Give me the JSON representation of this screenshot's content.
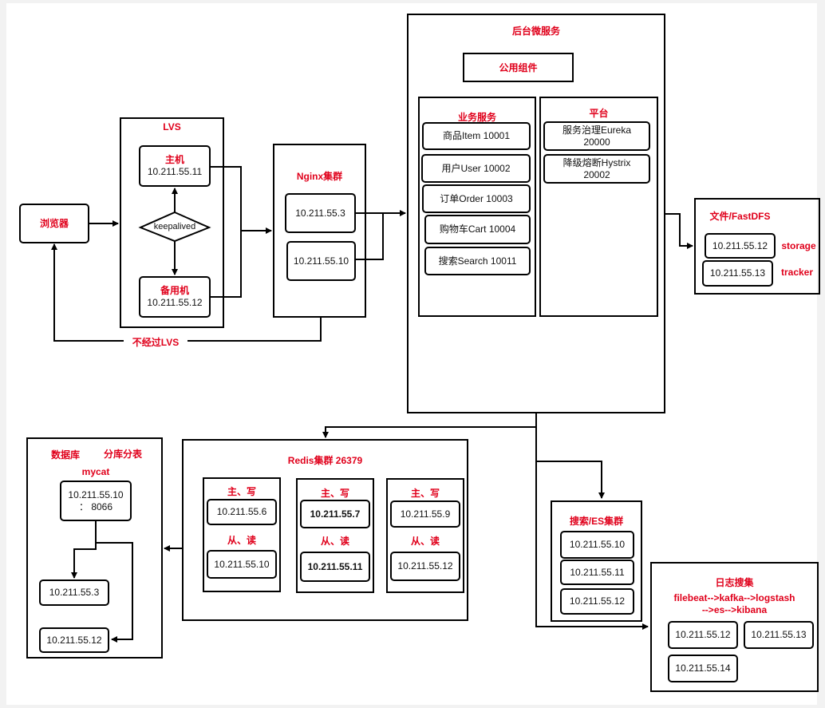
{
  "browser": {
    "label": "浏览器"
  },
  "lvs": {
    "title": "LVS",
    "master_title": "主机",
    "master_ip": "10.211.55.11",
    "keepalived": "keepalived",
    "backup_title": "备用机",
    "backup_ip": "10.211.55.12"
  },
  "bypass_label": "不经过LVS",
  "nginx": {
    "title": "Nginx集群",
    "node1": "10.211.55.3",
    "node2": "10.211.55.10"
  },
  "backend": {
    "title": "后台微服务",
    "common": "公用组件",
    "business": {
      "title": "业务服务",
      "items": [
        "商品Item 10001",
        "用户User 10002",
        "订单Order 10003",
        "购物车Cart 10004",
        "搜索Search 10011"
      ]
    },
    "platform": {
      "title": "平台",
      "items": [
        {
          "line1": "服务治理Eureka",
          "line2": "20000"
        },
        {
          "line1": "降级熔断Hystrix",
          "line2": "20002"
        }
      ]
    }
  },
  "fastdfs": {
    "title": "文件/FastDFS",
    "storage_ip": "10.211.55.12",
    "storage_label": "storage",
    "tracker_ip": "10.211.55.13",
    "tracker_label": "tracker"
  },
  "database": {
    "title": "数据库",
    "sharding": "分库分表",
    "mycat": "mycat",
    "mycat_ip_line1": "10.211.55.10",
    "mycat_ip_line2": "： 8066",
    "node1": "10.211.55.3",
    "node2": "10.211.55.12"
  },
  "redis": {
    "title": "Redis集群 26379",
    "groups": [
      {
        "master_label": "主、写",
        "master_ip": "10.211.55.6",
        "slave_label": "从、读",
        "slave_ip": "10.211.55.10"
      },
      {
        "master_label": "主、写",
        "master_ip": "10.211.55.7",
        "slave_label": "从、读",
        "slave_ip": "10.211.55.11"
      },
      {
        "master_label": "主、写",
        "master_ip": "10.211.55.9",
        "slave_label": "从、读",
        "slave_ip": "10.211.55.12"
      }
    ]
  },
  "es": {
    "title": "搜索/ES集群",
    "nodes": [
      "10.211.55.10",
      "10.211.55.11",
      "10.211.55.12"
    ]
  },
  "logs": {
    "title": "日志搜集",
    "pipeline_line1": "filebeat-->kafka-->logstash",
    "pipeline_line2": "-->es-->kibana",
    "nodes": [
      "10.211.55.12",
      "10.211.55.13",
      "10.211.55.14"
    ]
  }
}
